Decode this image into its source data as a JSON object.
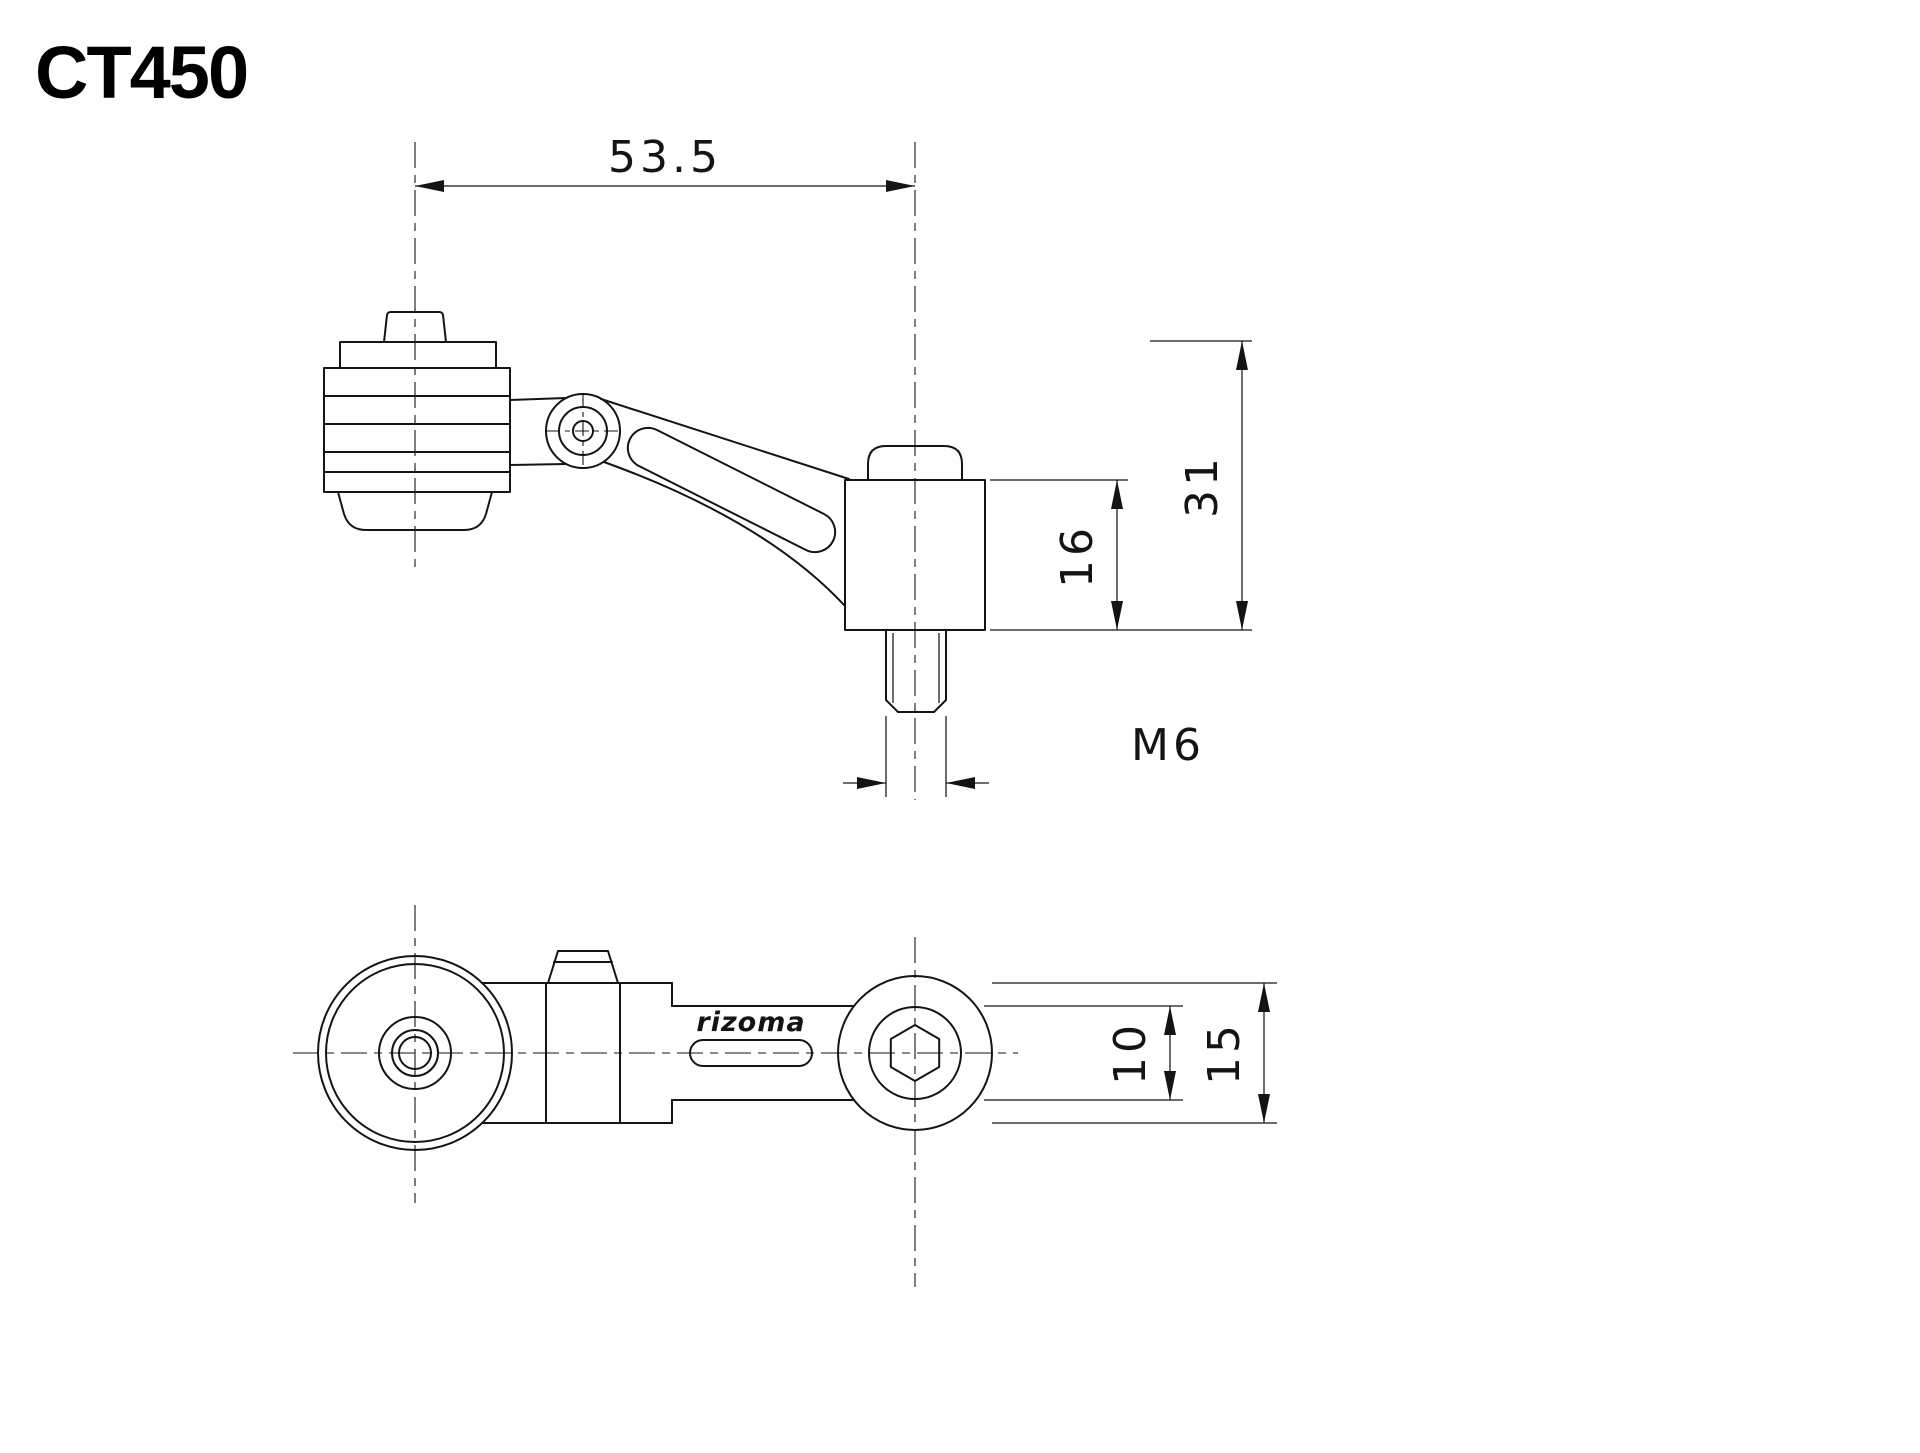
{
  "title": "CT450",
  "side_view": {
    "dim_length": "53.5",
    "dim_total_height": "31",
    "dim_boss_height": "16",
    "dim_thread": "M6"
  },
  "plan_view": {
    "logo": "rizoma",
    "dim_arm_thickness": "10",
    "dim_overall_thickness": "15"
  }
}
